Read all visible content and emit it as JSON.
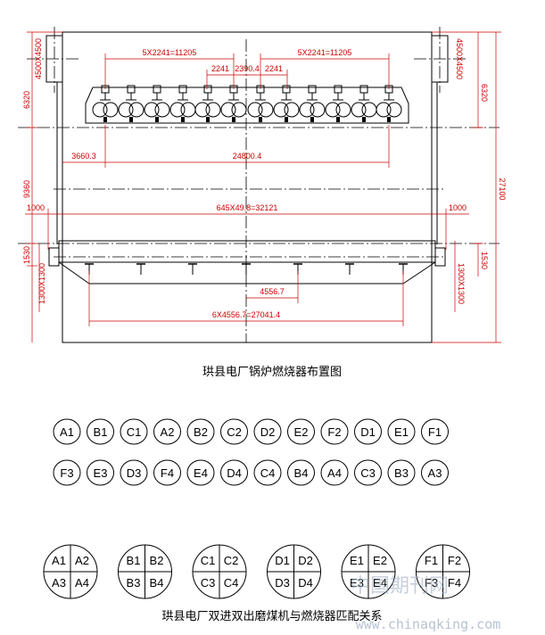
{
  "drawing": {
    "caption": "珙县电厂锅炉燃烧器布置图",
    "dims": {
      "top_left_span": "5X2241=11205",
      "top_right_span": "5X2241=11205",
      "mid_span_a": "2241",
      "mid_span_b": "2390.4",
      "mid_span_c": "2241",
      "left_offset": "3660.3",
      "center_span": "24800.4",
      "left_height_top": "6320",
      "right_height_top": "6320",
      "left_height_mid": "9360",
      "total_height": "27100",
      "duct_span": "645X49.8=32121",
      "left_margin": "1000",
      "right_margin": "1000",
      "left_height_low": "1530",
      "right_height_low": "1530",
      "left_duct_size": "1300X1300",
      "right_duct_size": "1300X1300",
      "top_left_duct": "4500X4500",
      "top_right_duct": "4500X4500",
      "pitch": "4556.7",
      "bottom_span": "6X4556.7=27041.4"
    }
  },
  "burners": {
    "row1": [
      "A1",
      "B1",
      "C1",
      "A2",
      "B2",
      "C2",
      "D2",
      "E2",
      "F2",
      "D1",
      "E1",
      "F1"
    ],
    "row2": [
      "F3",
      "E3",
      "D3",
      "F4",
      "E4",
      "D4",
      "C4",
      "B4",
      "A4",
      "C3",
      "B3",
      "A3"
    ]
  },
  "mills": {
    "groups": [
      [
        "A1",
        "A2",
        "A3",
        "A4"
      ],
      [
        "B1",
        "B2",
        "B3",
        "B4"
      ],
      [
        "C1",
        "C2",
        "C3",
        "C4"
      ],
      [
        "D1",
        "D2",
        "D3",
        "D4"
      ],
      [
        "E1",
        "E2",
        "E3",
        "E4"
      ],
      [
        "F1",
        "F2",
        "F3",
        "F4"
      ]
    ],
    "caption": "珙县电厂双进双出磨煤机与燃烧器匹配关系"
  },
  "watermark": {
    "cn": "中国期刊网",
    "url": "www.chinaqking.com"
  }
}
